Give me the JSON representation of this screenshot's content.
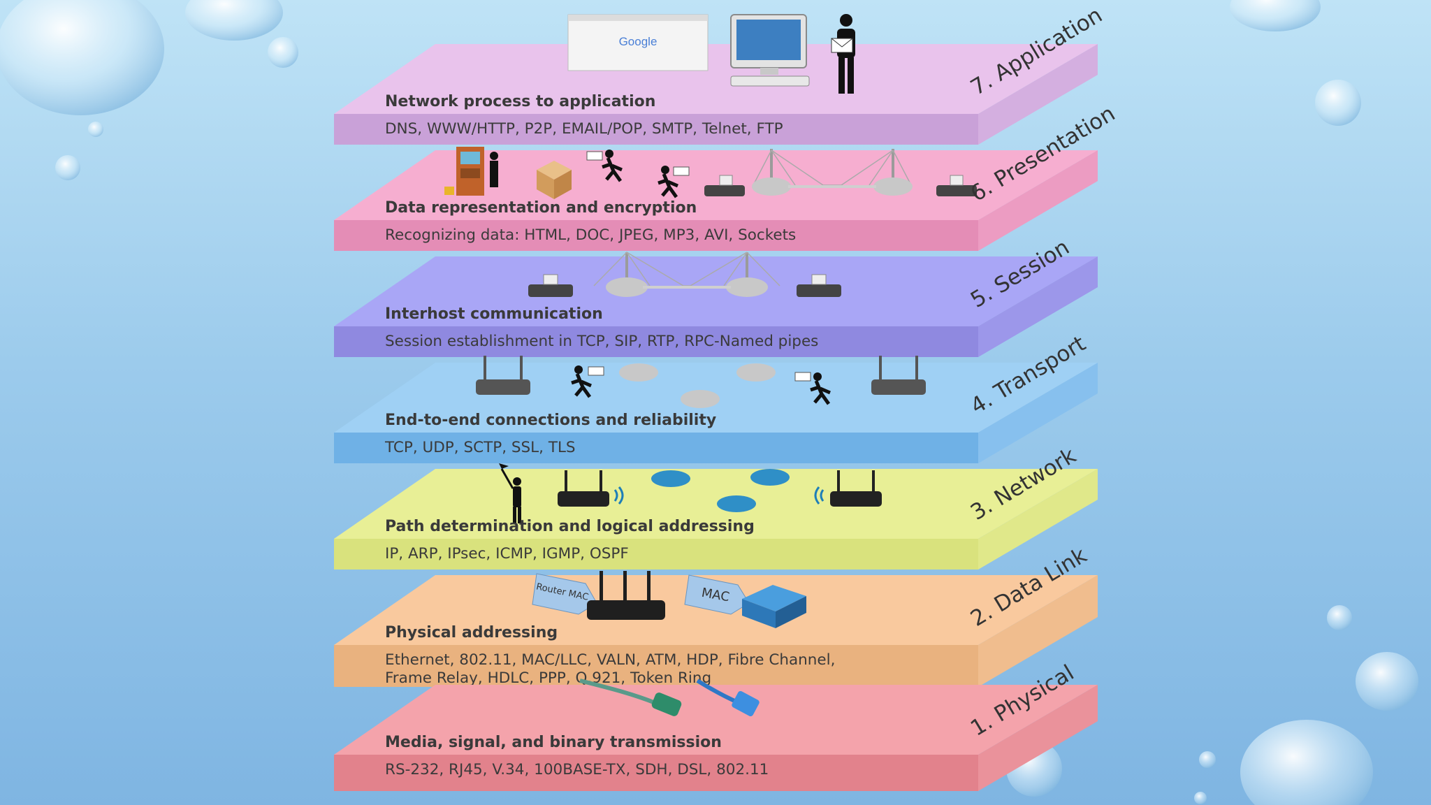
{
  "layers": [
    {
      "name": "7. Application",
      "title": "Network process to application",
      "protocols": "DNS, WWW/HTTP, P2P, EMAIL/POP, SMTP, Telnet, FTP",
      "top_color": "#e9c3ec",
      "front_color": "#c9a1d8",
      "side_color": "#d4afe0"
    },
    {
      "name": "6. Presentation",
      "title": "Data representation and encryption",
      "protocols": "Recognizing data: HTML, DOC, JPEG, MP3, AVI, Sockets",
      "top_color": "#f6aed0",
      "front_color": "#e48db6",
      "side_color": "#ec9cc2"
    },
    {
      "name": "5. Session",
      "title": "Interhost communication",
      "protocols": "Session establishment in TCP, SIP, RTP, RPC-Named pipes",
      "top_color": "#a9a6f6",
      "front_color": "#8f89e0",
      "side_color": "#9c97ea"
    },
    {
      "name": "4. Transport",
      "title": "End-to-end connections and reliability",
      "protocols": "TCP, UDP, SCTP, SSL, TLS",
      "top_color": "#9fd0f4",
      "front_color": "#6fb1e6",
      "side_color": "#87c0ee"
    },
    {
      "name": "3. Network",
      "title": "Path determination and logical addressing",
      "protocols": "IP, ARP, IPsec, ICMP, IGMP, OSPF",
      "top_color": "#e8ef96",
      "front_color": "#d9e27d",
      "side_color": "#e0e88a"
    },
    {
      "name": "2. Data Link",
      "title": "Physical addressing",
      "protocols": "Ethernet, 802.11, MAC/LLC, VALN, ATM, HDP, Fibre Channel,",
      "protocols2": "Frame Relay, HDLC,  PPP, Q.921, Token Ring",
      "top_color": "#f9c99e",
      "front_color": "#e9b27f",
      "side_color": "#f0bd8e"
    },
    {
      "name": "1. Physical",
      "title": "Media, signal, and binary transmission",
      "protocols": "RS-232, RJ45, V.34, 100BASE-TX, SDH, DSL, 802.11",
      "top_color": "#f4a3ab",
      "front_color": "#e2828c",
      "side_color": "#ea929b"
    }
  ],
  "icons": {
    "browser_logo": "Google",
    "router_mac_tag": "Router MAC",
    "mac_tag": "MAC"
  }
}
